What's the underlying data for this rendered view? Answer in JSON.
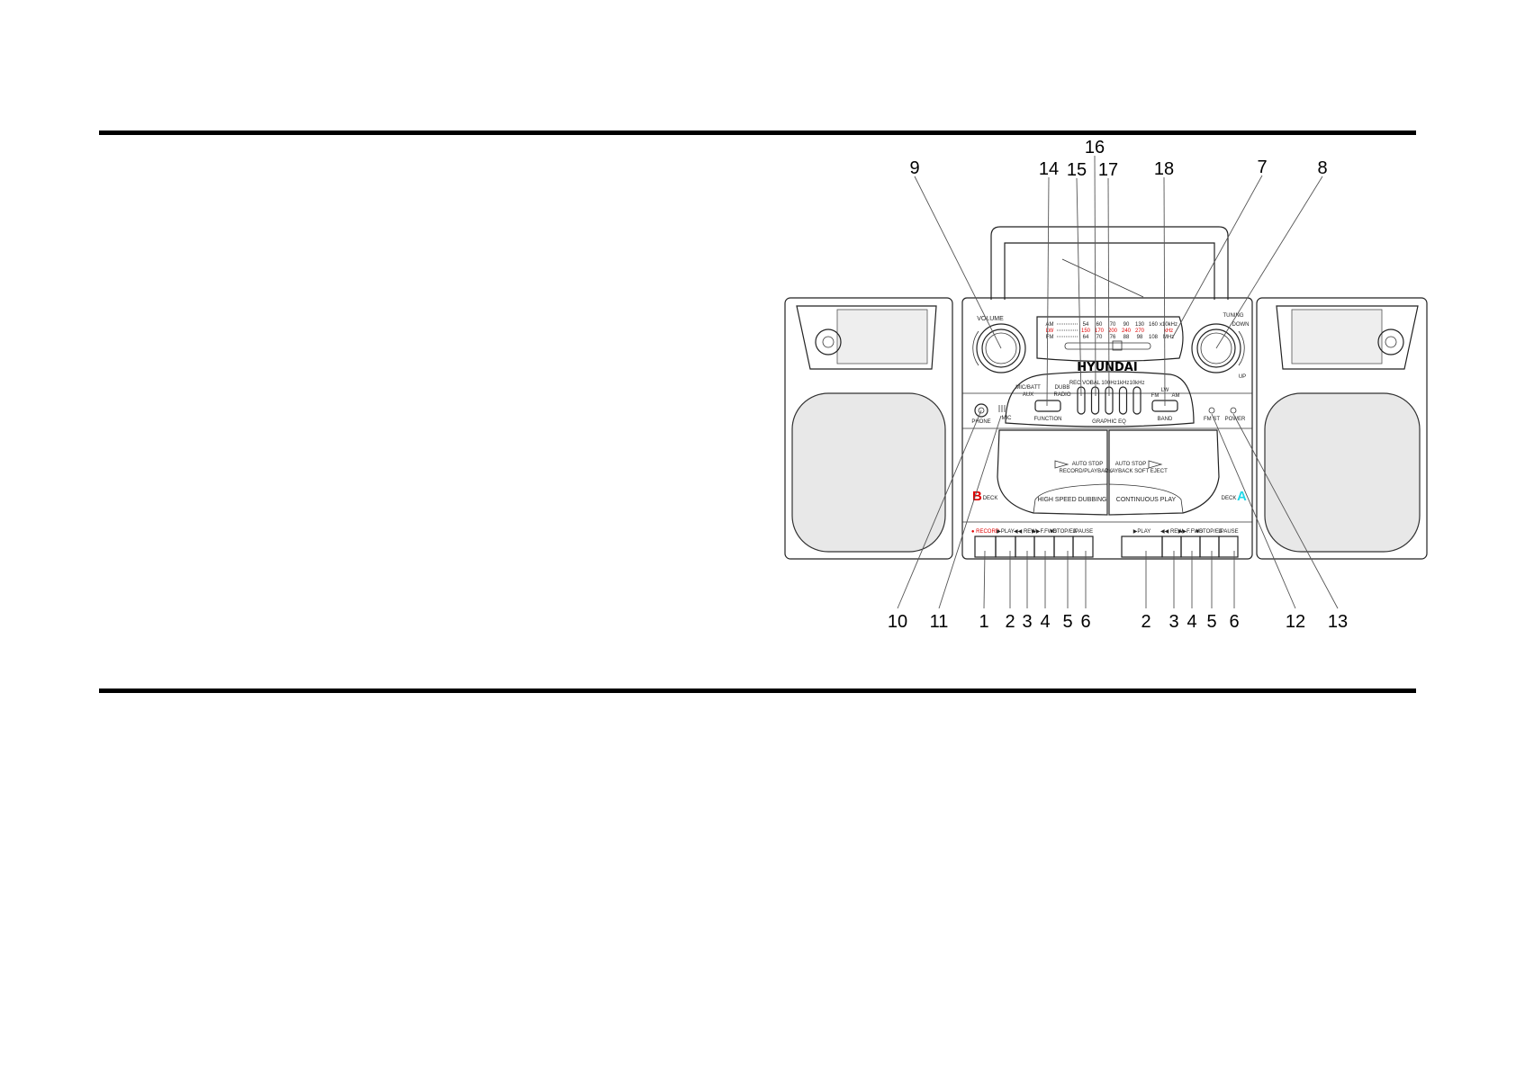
{
  "brand": "HYUNDAI",
  "device_labels": {
    "volume": "VOLUME",
    "tuning": "TUNING",
    "down": "DOWN",
    "up": "UP",
    "function": "FUNCTION",
    "function_positions": [
      "MIC/BATT",
      "AUX",
      "DUBB",
      "RADIO"
    ],
    "graphic_eq": "GRAPHIC EQ",
    "eq_bands": [
      "REC VOL",
      "BAL",
      "100Hz",
      "1kHz",
      "10kHz"
    ],
    "band": "BAND",
    "band_positions": [
      "FM",
      "LW",
      "AM"
    ],
    "phone": "PHONE",
    "mic": "MIC",
    "fm_st": "FM ST",
    "power": "POWER",
    "auto_stop": "AUTO STOP",
    "deck_b_sub": "RECORD/PLAYBACK",
    "deck_a_sub": "PLAYBACK SOFT EJECT",
    "high_speed_dubbing": "HIGH SPEED DUBBING",
    "continuous_play": "CONTINUOUS PLAY",
    "deck_b_letter": "B",
    "deck_a_letter": "A",
    "deck": "DECK"
  },
  "dial": {
    "am": {
      "band": "AM",
      "marks": [
        "54",
        "60",
        "70",
        "90",
        "130",
        "160"
      ],
      "unit": "x10kHz"
    },
    "lw": {
      "band": "LW",
      "marks": [
        "150",
        "170",
        "200",
        "240",
        "270"
      ],
      "unit": "kHz"
    },
    "fm": {
      "band": "FM",
      "marks": [
        "64",
        "70",
        "76",
        "88",
        "98",
        "108"
      ],
      "unit": "MHz"
    }
  },
  "deck_b_buttons": [
    "● RECORD",
    "▶PLAY",
    "◀◀ REW",
    "▶▶F.FWD",
    "■STOP/EJ.",
    "‖PAUSE"
  ],
  "deck_a_buttons": [
    "▶PLAY",
    "◀◀ REW",
    "▶▶F.FWD",
    "■STOP/EJ.",
    "‖PAUSE"
  ],
  "callouts_top": [
    "9",
    "14",
    "15",
    "16",
    "17",
    "18",
    "7",
    "8"
  ],
  "callouts_bottom": [
    "10",
    "11",
    "1",
    "2",
    "3",
    "4",
    "5",
    "6",
    "2",
    "3",
    "4",
    "5",
    "6",
    "12",
    "13"
  ],
  "colors": {
    "record": "#e00000",
    "deck_b": "#e00000",
    "deck_a": "#22d8e8"
  }
}
